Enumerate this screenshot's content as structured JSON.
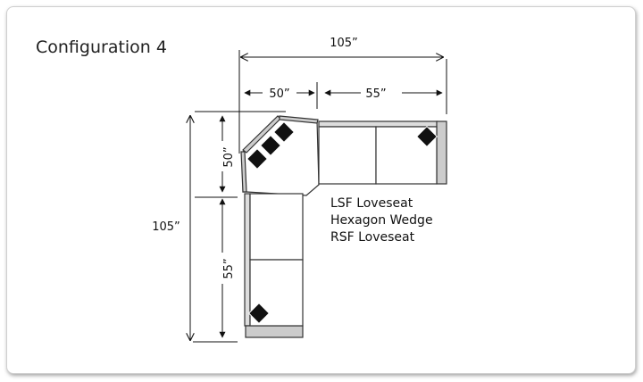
{
  "title": "Configuration 4",
  "dimensions": {
    "top_total": "105”",
    "top_wedge": "50”",
    "top_loveseat": "55”",
    "left_total": "105”",
    "left_wedge": "50”",
    "left_loveseat": "55”"
  },
  "pieces": [
    "LSF Loveseat",
    "Hexagon Wedge",
    "RSF Loveseat"
  ],
  "colors": {
    "outline": "#333333",
    "arm": "#cccccc",
    "pillow": "#111111"
  }
}
